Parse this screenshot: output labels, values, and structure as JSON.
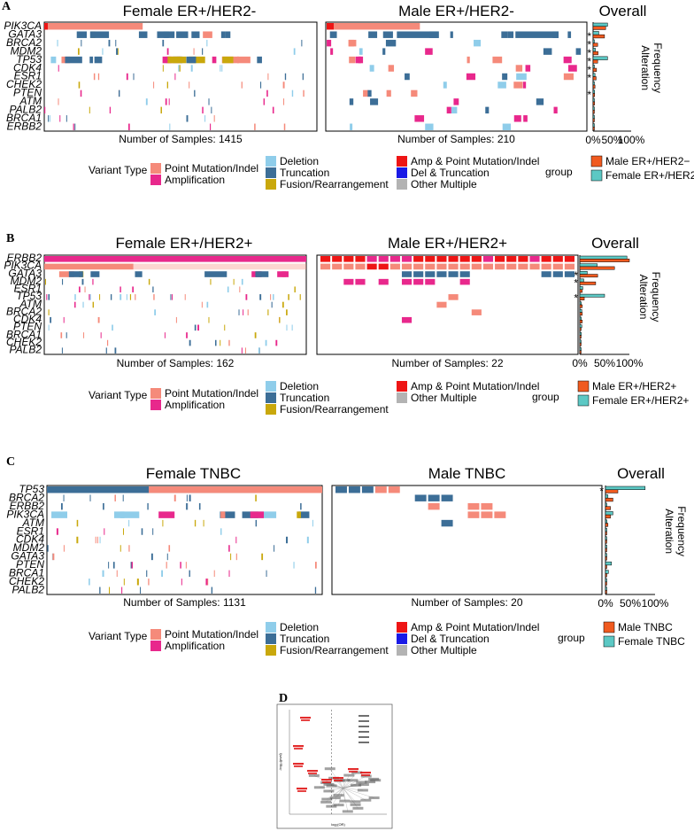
{
  "colors": {
    "point_mutation": "#f58a7a",
    "amplification": "#e8288c",
    "deletion": "#8fcdea",
    "truncation": "#3c6e97",
    "fusion": "#c9a80c",
    "amp_point": "#ee1515",
    "del_trunc": "#1a1ae6",
    "other_multiple": "#b3b3b3",
    "male_bar": "#f05a1f",
    "female_bar": "#5cc8c4"
  },
  "panels": [
    {
      "letter": "A",
      "female_title": "Female ER+/HER2-",
      "male_title": "Male ER+/HER2-",
      "overall_title": "Overall",
      "genes": [
        "PIK3CA",
        "GATA3",
        "BRCA2",
        "MDM2",
        "TP53",
        "CDK4",
        "ESR1",
        "CHEK2",
        "PTEN",
        "ATM",
        "PALB2",
        "BRCA1",
        "ERBB2"
      ],
      "female_samples": "Number of Samples: 1415",
      "male_samples": "Number of Samples: 210",
      "freq_female": [
        0.38,
        0.15,
        0.03,
        0.06,
        0.38,
        0.03,
        0.05,
        0.03,
        0.04,
        0.03,
        0.02,
        0.02,
        0.02
      ],
      "freq_male": [
        0.33,
        0.3,
        0.12,
        0.13,
        0.12,
        0.09,
        0.08,
        0.05,
        0.04,
        0.04,
        0.02,
        0.01,
        0.01
      ],
      "stars": [
        false,
        true,
        true,
        true,
        true,
        true,
        true,
        false,
        true,
        false,
        false,
        false,
        false
      ],
      "axis_ticks": [
        "0%",
        "50%",
        "100%"
      ],
      "axis_label": "Alteration\nFrequency",
      "legend_male": "Male ER+/HER2−",
      "legend_female": "Female ER+/HER2−",
      "legend_variants": [
        "Point Mutation/Indel",
        "Amplification",
        "Deletion",
        "Truncation",
        "Fusion/Rearrangement",
        "Amp & Point Mutation/Indel",
        "Del & Truncation",
        "Other Multiple"
      ]
    },
    {
      "letter": "B",
      "female_title": "Female ER+/HER2+",
      "male_title": "Male ER+/HER2+",
      "overall_title": "Overall",
      "genes": [
        "ERBB2",
        "PIK3CA",
        "GATA3",
        "MDM2",
        "ESR1",
        "TP53",
        "ATM",
        "BRCA2",
        "CDK4",
        "PTEN",
        "BRCA1",
        "CHEK2",
        "PALB2"
      ],
      "female_samples": "Number of Samples: 162",
      "male_samples": "Number of Samples: 22",
      "freq_female": [
        0.95,
        0.35,
        0.15,
        0.08,
        0.06,
        0.5,
        0.03,
        0.04,
        0.03,
        0.04,
        0.03,
        0.02,
        0.02
      ],
      "freq_male": [
        1.0,
        0.7,
        0.36,
        0.32,
        0.05,
        0.09,
        0.05,
        0.05,
        0.05,
        0.0,
        0.0,
        0.0,
        0.0
      ],
      "stars": [
        false,
        false,
        true,
        true,
        false,
        true,
        false,
        false,
        false,
        false,
        false,
        false,
        false
      ],
      "axis_ticks": [
        "0%",
        "50%",
        "100%"
      ],
      "axis_label": "Alteration\nFrequency",
      "legend_male": "Male ER+/HER2+",
      "legend_female": "Female ER+/HER2+",
      "legend_variants": [
        "Point Mutation/Indel",
        "Amplification",
        "Deletion",
        "Truncation",
        "Fusion/Rearrangement",
        "Amp & Point Mutation/Indel",
        "Other Multiple"
      ]
    },
    {
      "letter": "C",
      "female_title": "Female TNBC",
      "male_title": "Male TNBC",
      "overall_title": "Overall",
      "genes": [
        "TP53",
        "BRCA2",
        "ERBB2",
        "PIK3CA",
        "ATM",
        "ESR1",
        "CDK4",
        "MDM2",
        "GATA3",
        "PTEN",
        "BRCA1",
        "CHEK2",
        "PALB2"
      ],
      "female_samples": "Number of Samples: 1131",
      "male_samples": "Number of Samples: 20",
      "freq_female": [
        0.8,
        0.05,
        0.02,
        0.15,
        0.03,
        0.01,
        0.02,
        0.02,
        0.02,
        0.12,
        0.06,
        0.02,
        0.01
      ],
      "freq_male": [
        0.25,
        0.15,
        0.1,
        0.1,
        0.05,
        0.0,
        0.0,
        0.0,
        0.0,
        0.0,
        0.0,
        0.0,
        0.0
      ],
      "stars": [
        true,
        false,
        false,
        false,
        false,
        false,
        false,
        false,
        false,
        false,
        false,
        false,
        false
      ],
      "axis_ticks": [
        "0%",
        "50%",
        "100%"
      ],
      "axis_label": "Alteration\nFrequency",
      "legend_male": "Male TNBC",
      "legend_female": "Female TNBC",
      "legend_variants": [
        "Point Mutation/Indel",
        "Amplification",
        "Deletion",
        "Truncation",
        "Fusion/Rearrangement",
        "Amp & Point Mutation/Indel",
        "Del & Truncation",
        "Other Multiple"
      ]
    }
  ],
  "legend_group_title": "Variant Type",
  "legend_group_label": "group",
  "panel_d": {
    "letter": "D",
    "xlabel": "log₂(OR)",
    "ylabel": "-log₁₀(pval)"
  }
}
